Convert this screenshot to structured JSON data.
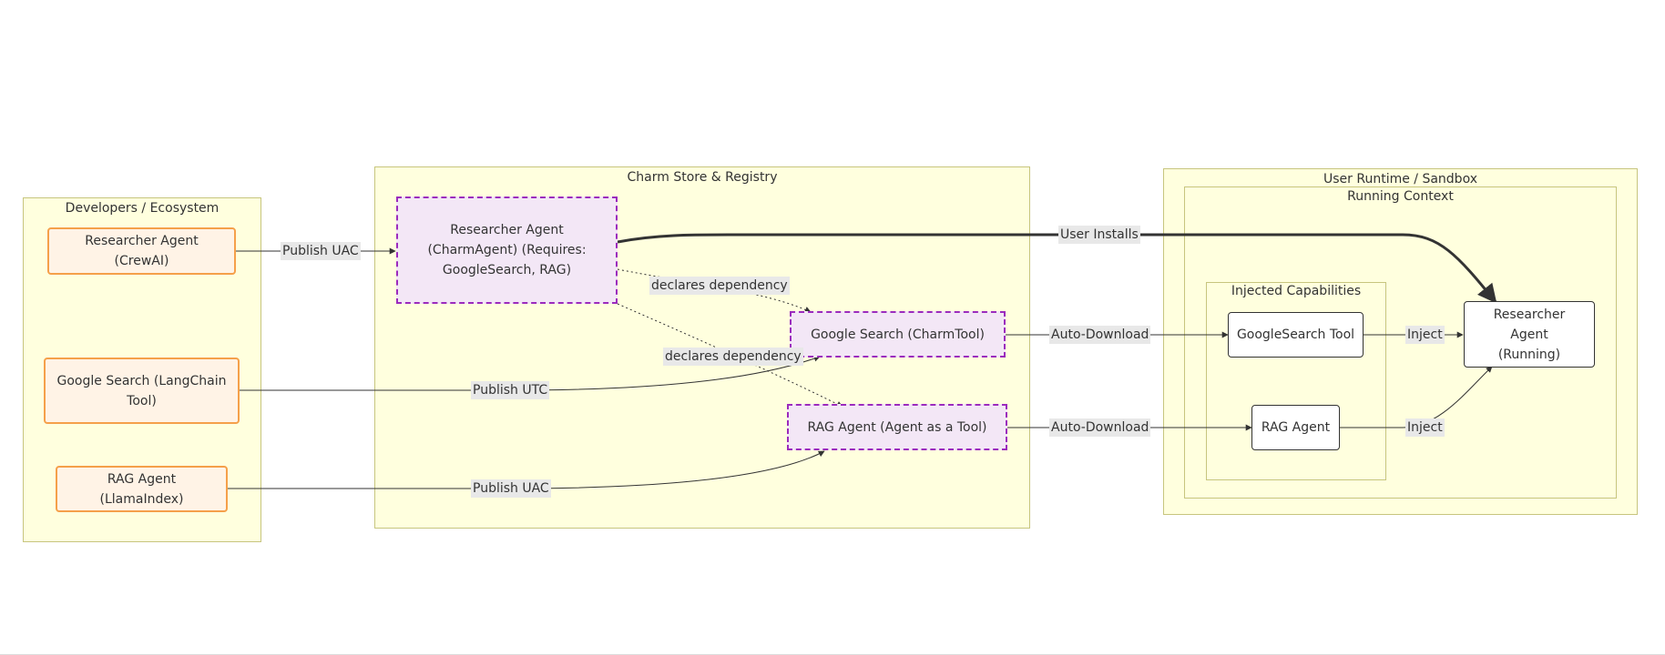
{
  "groups": {
    "developers": "Developers / Ecosystem",
    "store": "Charm Store & Registry",
    "runtime": "User Runtime / Sandbox",
    "running": "Running Context",
    "injected": "Injected Capabilities"
  },
  "nodes": {
    "dev_researcher": "Researcher Agent (CrewAI)",
    "dev_google": "Google Search (LangChain Tool)",
    "dev_rag": "RAG Agent (LlamaIndex)",
    "charm_researcher": "Researcher Agent (CharmAgent) (Requires: GoogleSearch, RAG)",
    "charm_google": "Google Search (CharmTool)",
    "charm_rag": "RAG Agent (Agent as a Tool)",
    "inj_google": "GoogleSearch Tool",
    "inj_rag": "RAG Agent",
    "running_agent": "Researcher Agent (Running)"
  },
  "edges": {
    "publish_uac_1": "Publish UAC",
    "publish_utc": "Publish UTC",
    "publish_uac_2": "Publish UAC",
    "declares_1": "declares dependency",
    "declares_2": "declares dependency",
    "user_installs": "User Installs",
    "auto_download_1": "Auto-Download",
    "auto_download_2": "Auto-Download",
    "inject_1": "Inject",
    "inject_2": "Inject"
  },
  "colors": {
    "group_fill": "#ffffde",
    "group_border": "#c7c57e",
    "dev_fill": "#fff3e6",
    "dev_border": "#f5a04a",
    "charm_fill": "#f3e7f6",
    "charm_border": "#9b2bbd"
  }
}
